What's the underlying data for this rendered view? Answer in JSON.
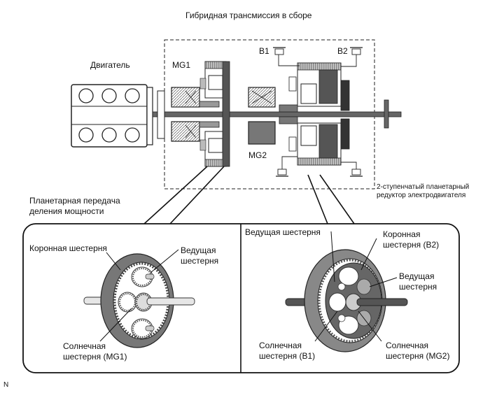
{
  "title": "Гибридная трансмиссия в сборе",
  "labels": {
    "engine": "Двигатель",
    "mg1": "MG1",
    "mg2": "MG2",
    "b1": "B1",
    "b2": "B2",
    "reducer_line1": "2-ступенчатый планетарный",
    "reducer_line2": "редуктор электродвигателя",
    "split_line1": "Планетарная передача",
    "split_line2": "деления мощности"
  },
  "left_panel": {
    "ring": "Коронная шестерня",
    "pinion_line1": "Ведущая",
    "pinion_line2": "шестерня",
    "sun_line1": "Солнечная",
    "sun_line2": "шестерня (MG1)"
  },
  "right_panel": {
    "pinion_top": "Ведущая шестерня",
    "ring_line1": "Коронная",
    "ring_line2": "шестерня (B2)",
    "pinion_line1": "Ведущая",
    "pinion_line2": "шестерня",
    "sun_b1_line1": "Солнечная",
    "sun_b1_line2": "шестерня (B1)",
    "sun_mg2_line1": "Солнечная",
    "sun_mg2_line2": "шестерня (MG2)"
  },
  "footer_mark": "N"
}
